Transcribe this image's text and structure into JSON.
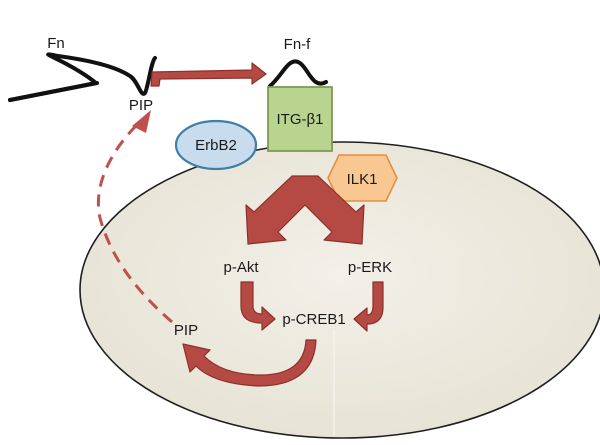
{
  "labels": {
    "fn": "Fn",
    "fn_f": "Fn-f",
    "pip_top": "PIP",
    "itg_b1": "ITG-β1",
    "erbb2": "ErbB2",
    "ilk1": "ILK1",
    "p_akt": "p-Akt",
    "p_erk": "p-ERK",
    "p_creb1": "p-CREB1",
    "pip_inner": "PIP"
  },
  "colors": {
    "arrow_red": "#b54a44",
    "arrow_red_dark": "#8e2f2a",
    "cell_fill": "#eeebe1",
    "itg_fill": "#b9d48f",
    "itg_stroke": "#7f9b55",
    "erbb2_fill": "#c8dcee",
    "erbb2_stroke": "#3d7fa6",
    "ilk1_fill": "#f8c792",
    "ilk1_stroke": "#e48f3f"
  }
}
